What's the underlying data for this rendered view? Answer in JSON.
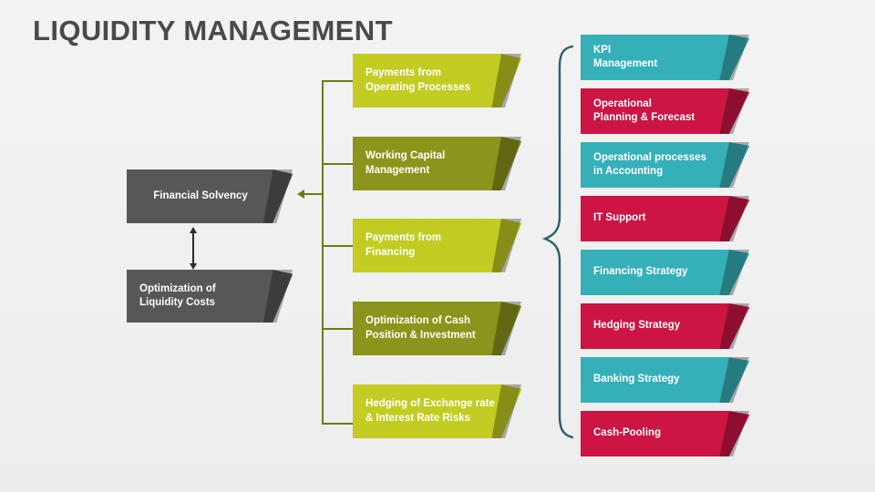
{
  "slide": {
    "title": "LIQUIDITY MANAGEMENT",
    "background_color": "#f1f1f1"
  },
  "colors": {
    "title_text": "#4a4a4a",
    "gray_box": "#575757",
    "green_light": "#c2cc23",
    "green_dark": "#8b941b",
    "teal": "#36b0b8",
    "crimson": "#cc1544",
    "connector_green": "#6f7a10",
    "brace_teal": "#2b5f68",
    "arrow_dark": "#2b2b2b"
  },
  "goals": {
    "label": "goals-column",
    "items": [
      {
        "text": "Financial Solvency",
        "align": "center",
        "color": "#575757"
      },
      {
        "text": "Optimization of\nLiquidity Costs",
        "align": "left",
        "color": "#575757"
      }
    ],
    "relation_icon": "double-headed-vertical-arrow"
  },
  "processes": {
    "label": "processes-column",
    "items": [
      {
        "text": "Payments from\nOperating Processes",
        "color": "#c2cc23",
        "tone": "light"
      },
      {
        "text": "Working Capital\nManagement",
        "color": "#8b941b",
        "tone": "dark"
      },
      {
        "text": "Payments from\nFinancing",
        "color": "#c2cc23",
        "tone": "light"
      },
      {
        "text": "Optimization of Cash\nPosition & Investment",
        "color": "#8b941b",
        "tone": "dark"
      },
      {
        "text": "Hedging of Exchange rate\n& Interest Rate Risks",
        "color": "#c2cc23",
        "tone": "light"
      }
    ],
    "connector_icon": "left-arrow-bracket"
  },
  "enablers": {
    "label": "enablers-column",
    "brace_icon": "curly-brace-left",
    "items": [
      {
        "text": "KPI\nManagement",
        "color": "#36b0b8",
        "tone": "teal"
      },
      {
        "text": "Operational\nPlanning & Forecast",
        "color": "#cc1544",
        "tone": "crimson"
      },
      {
        "text": "Operational processes\nin Accounting",
        "color": "#36b0b8",
        "tone": "teal"
      },
      {
        "text": "IT Support",
        "color": "#cc1544",
        "tone": "crimson"
      },
      {
        "text": "Financing Strategy",
        "color": "#36b0b8",
        "tone": "teal"
      },
      {
        "text": "Hedging Strategy",
        "color": "#cc1544",
        "tone": "crimson"
      },
      {
        "text": "Banking Strategy",
        "color": "#36b0b8",
        "tone": "teal"
      },
      {
        "text": "Cash-Pooling",
        "color": "#cc1544",
        "tone": "crimson"
      }
    ]
  }
}
